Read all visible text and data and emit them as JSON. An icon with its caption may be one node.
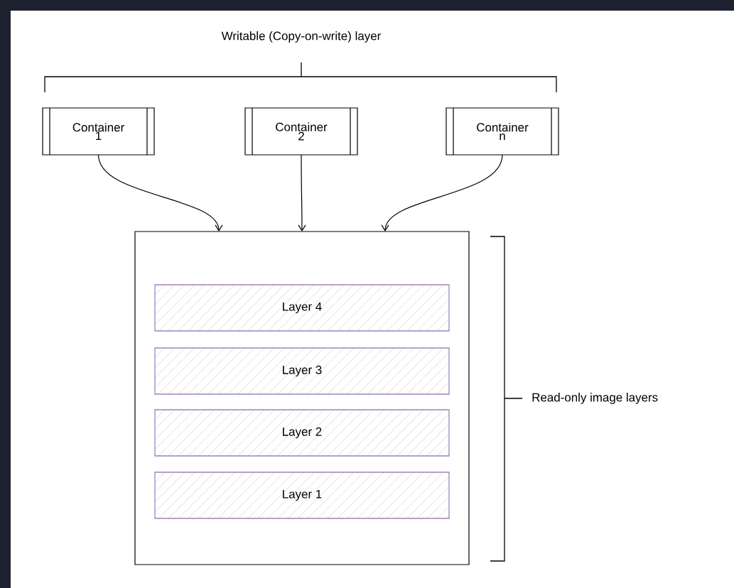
{
  "diagram": {
    "nodes": [
      {
        "text": [
          "Container 1"
        ]
      },
      {
        "text": [
          "Container 2"
        ]
      },
      {
        "text": [
          "Container n"
        ]
      },
      {
        "text": [],
        "shape": "box"
      },
      {
        "text": [
          "Layer 4"
        ],
        "in": 3
      },
      {
        "text": [
          "Layer 3"
        ],
        "in": 3
      },
      {
        "text": [
          "Layer 2"
        ],
        "in": 3
      },
      {
        "text": [
          "Layer 1"
        ],
        "in": 3
      }
    ],
    "edges": [
      {
        "from": 0,
        "to": 3,
        "arrow": "to"
      },
      {
        "from": 1,
        "to": 3,
        "arrow": "to"
      },
      {
        "from": 2,
        "to": 3,
        "arrow": "to"
      }
    ],
    "labels": [
      "Writable (Copy-on-write) layer",
      "Read-only image layers"
    ]
  }
}
